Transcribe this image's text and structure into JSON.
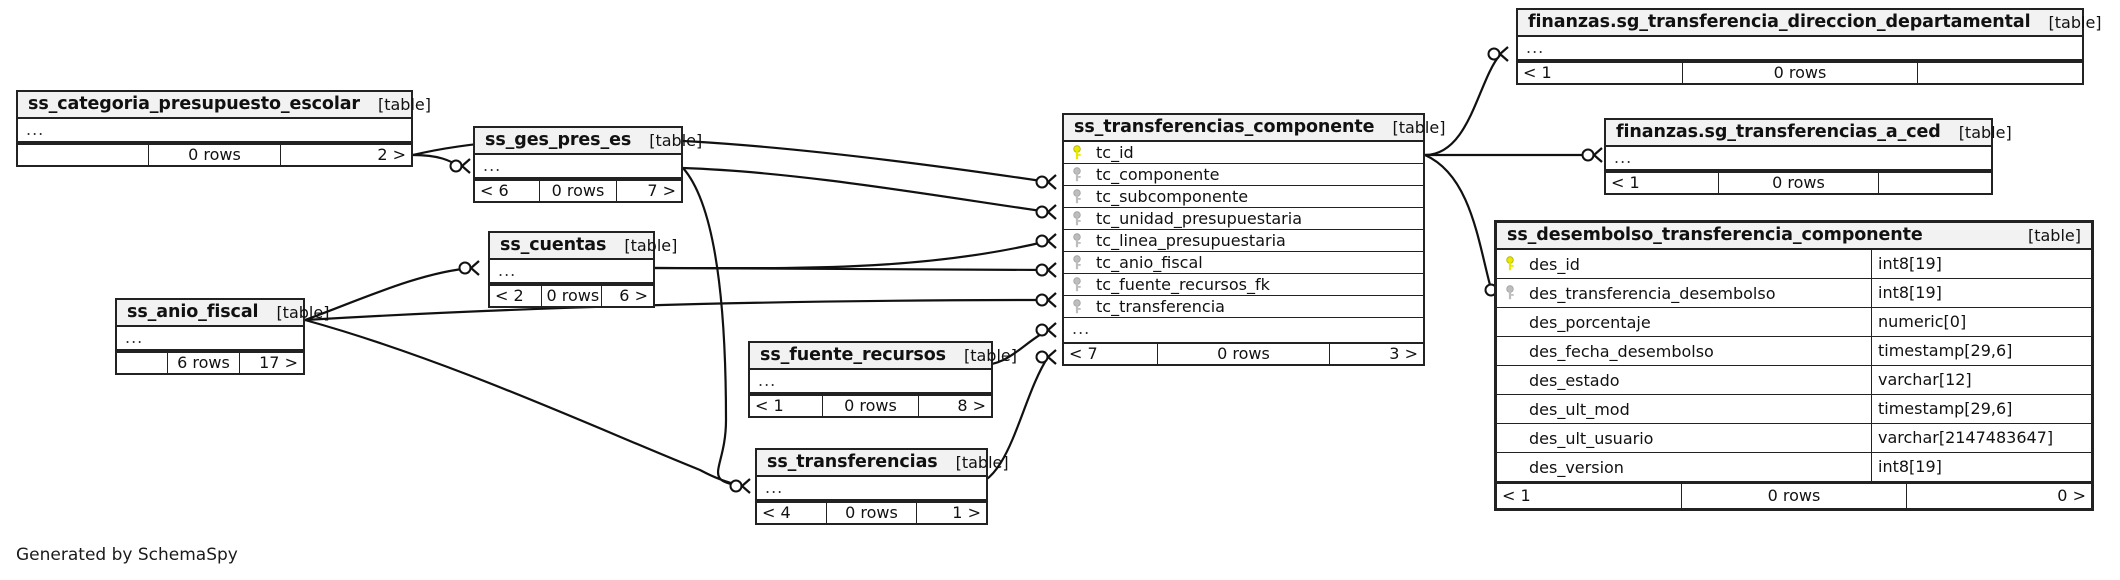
{
  "diagram": {
    "title": "SchemaSpy relationships diagram",
    "footer_note": "Generated by SchemaSpy",
    "table_tag": "[table]",
    "ellipsis": "...",
    "rows_suffix": "rows"
  },
  "tables": [
    {
      "id": "ss_categoria_presupuesto_escolar",
      "name": "ss_categoria_presupuesto_escolar",
      "tag": "[table]",
      "ellipsis": "...",
      "footer": {
        "left": "",
        "mid": "0 rows",
        "right": "2 >"
      },
      "columns": []
    },
    {
      "id": "ss_ges_pres_es",
      "name": "ss_ges_pres_es",
      "tag": "[table]",
      "ellipsis": "...",
      "footer": {
        "left": "< 6",
        "mid": "0 rows",
        "right": "7 >"
      },
      "columns": []
    },
    {
      "id": "ss_cuentas",
      "name": "ss_cuentas",
      "tag": "[table]",
      "ellipsis": "...",
      "footer": {
        "left": "< 2",
        "mid": "0 rows",
        "right": "6 >"
      },
      "columns": []
    },
    {
      "id": "ss_anio_fiscal",
      "name": "ss_anio_fiscal",
      "tag": "[table]",
      "ellipsis": "...",
      "footer": {
        "left": "",
        "mid": "6 rows",
        "right": "17 >"
      },
      "columns": []
    },
    {
      "id": "ss_fuente_recursos",
      "name": "ss_fuente_recursos",
      "tag": "[table]",
      "ellipsis": "...",
      "footer": {
        "left": "< 1",
        "mid": "0 rows",
        "right": "8 >"
      },
      "columns": []
    },
    {
      "id": "ss_transferencias",
      "name": "ss_transferencias",
      "tag": "[table]",
      "ellipsis": "...",
      "footer": {
        "left": "< 4",
        "mid": "0 rows",
        "right": "1 >"
      },
      "columns": []
    },
    {
      "id": "ss_transferencias_componente",
      "name": "ss_transferencias_componente",
      "tag": "[table]",
      "ellipsis": "...",
      "footer": {
        "left": "< 7",
        "mid": "0 rows",
        "right": "3 >"
      },
      "columns": [
        {
          "name": "tc_id",
          "key": "primary",
          "type": ""
        },
        {
          "name": "tc_componente",
          "key": "foreign",
          "type": ""
        },
        {
          "name": "tc_subcomponente",
          "key": "foreign",
          "type": ""
        },
        {
          "name": "tc_unidad_presupuestaria",
          "key": "foreign",
          "type": ""
        },
        {
          "name": "tc_linea_presupuestaria",
          "key": "foreign",
          "type": ""
        },
        {
          "name": "tc_anio_fiscal",
          "key": "foreign",
          "type": ""
        },
        {
          "name": "tc_fuente_recursos_fk",
          "key": "foreign",
          "type": ""
        },
        {
          "name": "tc_transferencia",
          "key": "foreign",
          "type": ""
        }
      ]
    },
    {
      "id": "finanzas_sg_transferencia_direccion_departamental",
      "name": "finanzas.sg_transferencia_direccion_departamental",
      "tag": "[table]",
      "ellipsis": "...",
      "footer": {
        "left": "< 1",
        "mid": "0 rows",
        "right": ""
      },
      "columns": []
    },
    {
      "id": "finanzas_sg_transferencias_a_ced",
      "name": "finanzas.sg_transferencias_a_ced",
      "tag": "[table]",
      "ellipsis": "...",
      "footer": {
        "left": "< 1",
        "mid": "0 rows",
        "right": ""
      },
      "columns": []
    },
    {
      "id": "ss_desembolso_transferencia_componente",
      "name": "ss_desembolso_transferencia_componente",
      "tag": "[table]",
      "ellipsis": "",
      "footer": {
        "left": "< 1",
        "mid": "0 rows",
        "right": "0 >"
      },
      "columns": [
        {
          "name": "des_id",
          "key": "primary",
          "type": "int8[19]"
        },
        {
          "name": "des_transferencia_desembolso",
          "key": "foreign",
          "type": "int8[19]"
        },
        {
          "name": "des_porcentaje",
          "key": "none",
          "type": "numeric[0]"
        },
        {
          "name": "des_fecha_desembolso",
          "key": "none",
          "type": "timestamp[29,6]"
        },
        {
          "name": "des_estado",
          "key": "none",
          "type": "varchar[12]"
        },
        {
          "name": "des_ult_mod",
          "key": "none",
          "type": "timestamp[29,6]"
        },
        {
          "name": "des_ult_usuario",
          "key": "none",
          "type": "varchar[2147483647]"
        },
        {
          "name": "des_version",
          "key": "none",
          "type": "int8[19]"
        }
      ]
    }
  ],
  "colors": {
    "primary_key": "#e8e800",
    "foreign_key": "#b8b8b8",
    "border": "#222222",
    "header_bg": "#f2f2f2",
    "page_bg": "#ffffff"
  },
  "icons": {
    "primary_key": "primary-key-icon",
    "foreign_key": "foreign-key-icon"
  }
}
